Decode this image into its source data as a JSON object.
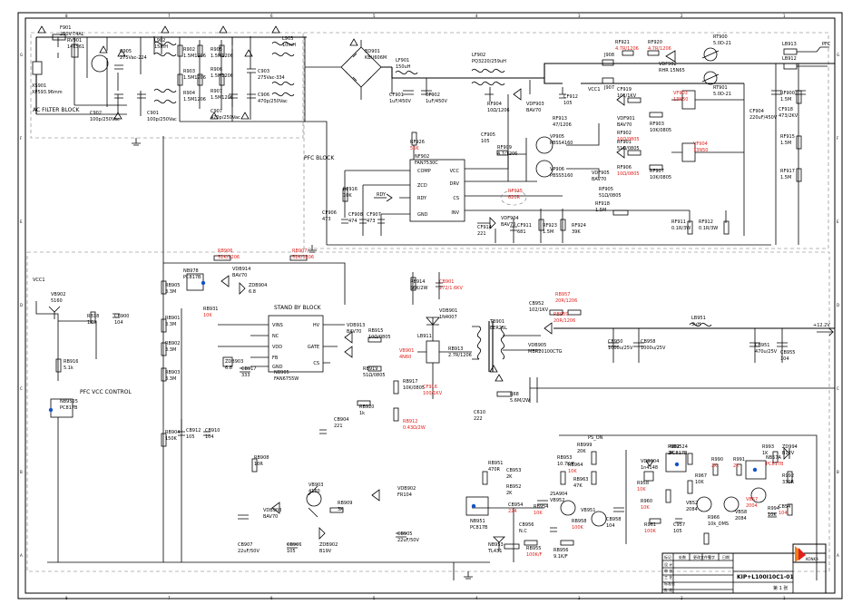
{
  "colors": {
    "red": "#e0201c",
    "blue": "#1552c8",
    "orange": "#ef7d1e",
    "wire": "#000000"
  },
  "frame": {
    "top_nums": [
      "8",
      "7",
      "6",
      "5",
      "4",
      "3",
      "2",
      "1"
    ],
    "side_letters": [
      "G",
      "F",
      "E",
      "D",
      "C",
      "B",
      "A"
    ]
  },
  "blocks": {
    "ac_filter": "AC FILTER BLOCK",
    "pfc": "PFC BLOCK",
    "standby": "STAND BY BLOCK",
    "pfc_vcc": "PFC VCC CONTROL"
  },
  "components": {
    "F901": [
      "F901",
      "250V-T4AL"
    ],
    "RV901": [
      "RV901",
      "14K561"
    ],
    "XS901": [
      "XS901",
      "XP593.96mm"
    ],
    "L902": [
      "L902",
      "15mH"
    ],
    "L903": [
      "L903",
      "10mH"
    ],
    "C905": [
      "C905",
      "275Vac-224"
    ],
    "C902": [
      "C902",
      "100p/250Vac"
    ],
    "C901": [
      "C901",
      "100p/250Vac"
    ],
    "R902": [
      "R902",
      "1.5M1206"
    ],
    "R903": [
      "R903",
      "1.5M1206"
    ],
    "R904": [
      "R904",
      "1.5M1206"
    ],
    "R905": [
      "R905",
      "1.5M1206"
    ],
    "R906": [
      "R906",
      "1.5M1206"
    ],
    "R907": [
      "R907",
      "1.5M1206"
    ],
    "C907": [
      "C907",
      "470p/250Vac"
    ],
    "C903": [
      "C903",
      "275Vac-334"
    ],
    "C906": [
      "C906",
      "470p/250Vac"
    ],
    "BD901": [
      "BD901",
      "KBU606M"
    ],
    "L901": [
      "LF901",
      "150uH"
    ],
    "CF901": [
      "CF901",
      "1uF/450V"
    ],
    "CF902": [
      "CF902",
      "1uF/450V"
    ],
    "LF902": [
      "LF902",
      "PQ3220/259uH"
    ],
    "J908": [
      "J908"
    ],
    "J907": [
      "J907"
    ],
    "CF919": [
      "CF919",
      "101/1KV"
    ],
    "RF921": [
      "RF921",
      "4.7R/1206"
    ],
    "RF920": [
      "RF920",
      "4.7R/1206"
    ],
    "VDF902": [
      "VDF902",
      "RHR 15N65"
    ],
    "RT900": [
      "RT900",
      "5.0D-21"
    ],
    "RT901": [
      "RT901",
      "5.0D-21"
    ],
    "LB913": [
      "LB913"
    ],
    "LB912": [
      "LB912"
    ],
    "RF900": [
      "RF900",
      "1.5M"
    ],
    "RF915": [
      "RF915",
      "1.5M"
    ],
    "RF917": [
      "RF917",
      "1.5M"
    ],
    "CF904": [
      "CF904",
      "220uF/450V"
    ],
    "CF918": [
      "CF918",
      "473/2KV"
    ],
    "RF904": [
      "RF904",
      "10Ω/1206"
    ],
    "VDF903": [
      "VDF903",
      "BAV70"
    ],
    "CF912": [
      "CF912",
      "105"
    ],
    "RF913": [
      "RF913",
      "47/1206"
    ],
    "VDF901": [
      "VDF901",
      "BAV70"
    ],
    "RF902": [
      "RF902",
      "10Ω/0805"
    ],
    "RF903": [
      "RF903",
      "10K/0805"
    ],
    "RF901": [
      "RF901",
      "51Ω/0805"
    ],
    "VF903": [
      "VF903",
      "13N50"
    ],
    "VF904": [
      "VF904",
      "13N50"
    ],
    "RF906": [
      "RF906",
      "10Ω/0805"
    ],
    "RF907": [
      "RF907",
      "10K/0805"
    ],
    "RF905": [
      "RF905",
      "51Ω/0805"
    ],
    "VDF905": [
      "VDF905",
      "BAV70"
    ],
    "VP905": [
      "VP905",
      "PBSS4160"
    ],
    "VP906": [
      "VP906",
      "PBSS5160"
    ],
    "RF909": [
      "RF909",
      "4.7/1206"
    ],
    "CF905": [
      "CF905",
      "105"
    ],
    "RF926": [
      "RF926",
      "56K"
    ],
    "NF902": [
      "NF902",
      "FAN7530C"
    ],
    "nf_pins_l": [
      "COMP",
      "ZCD",
      "RDY",
      "GND"
    ],
    "nf_pins_r": [
      "VCC",
      "DRV",
      "CS",
      "INV"
    ],
    "RF916": [
      "RF916",
      "10K"
    ],
    "CF906": [
      "CF906",
      "473"
    ],
    "CF908": [
      "CF908",
      "474"
    ],
    "CF907": [
      "CF907",
      "473"
    ],
    "RF925": [
      "RF925",
      "620R"
    ],
    "VDF904": [
      "VDF904",
      "BAV70"
    ],
    "CF914": [
      "CF914",
      "221"
    ],
    "CF911": [
      "CF911",
      "681"
    ],
    "RF923": [
      "RF923",
      "1.5M"
    ],
    "RF924": [
      "RF924",
      "39K"
    ],
    "RF918": [
      "RF918",
      "1.5M"
    ],
    "RF911": [
      "RF911",
      "0.1R/3W"
    ],
    "RF912": [
      "RF912",
      "0.1R/3W"
    ],
    "RDY": [
      "RDY"
    ],
    "R8906": [
      "RB906",
      "51K/1206"
    ],
    "R8907": [
      "RB907",
      "51K/1206"
    ],
    "NB978": [
      "NB978",
      "PC817B"
    ],
    "VDB914": [
      "VDB914",
      "BAV70"
    ],
    "ZDB904": [
      "ZDB904",
      "6.8"
    ],
    "RB905": [
      "RB905",
      "3.3M"
    ],
    "RB901": [
      "RB901",
      "3.3M"
    ],
    "RB902": [
      "RB902",
      "3.3M"
    ],
    "RB903": [
      "RB903",
      "3.3M"
    ],
    "RB904": [
      "RB904",
      "150K"
    ],
    "RB931": [
      "RB931",
      "10K"
    ],
    "ZDB903": [
      "ZDB903",
      "6.8"
    ],
    "CB917": [
      "CB917",
      "333"
    ],
    "NB905": [
      "NB905",
      "FAN6755W"
    ],
    "nb_pins_l": [
      "VINS",
      "NC",
      "VDD",
      "FB",
      "GND"
    ],
    "nb_pins_r": [
      "HV",
      "GATE",
      "CS"
    ],
    "VDB913": [
      "VDB913",
      "BAV70"
    ],
    "RB915": [
      "RB915",
      "10Ω/0805"
    ],
    "RB919": [
      "RB919",
      "51Ω/0805"
    ],
    "CB912": [
      "CB912",
      "105"
    ],
    "CB910": [
      "CB910",
      "104"
    ],
    "RB908": [
      "RB908",
      "10R"
    ],
    "RB920": [
      "RB920",
      "1k"
    ],
    "CB904": [
      "CB904",
      "221"
    ],
    "RB917": [
      "RB917",
      "10K/0805"
    ],
    "RB912": [
      "RB912",
      "0.43Ω/2W"
    ],
    "RB914": [
      "RB914",
      "56K/2W"
    ],
    "CB901": [
      "CB901",
      "272/1.6KV"
    ],
    "VDB901": [
      "VDB901",
      "1N4007"
    ],
    "LB911": [
      "LB911"
    ],
    "VB901": [
      "VB901",
      "4N60"
    ],
    "CF916": [
      "CF916",
      "100/1KV"
    ],
    "RB913": [
      "RB913",
      "2.7R/1206"
    ],
    "TB901": [
      "TB901",
      "EER25L"
    ],
    "R68": [
      "R68",
      "5.6M/2W"
    ],
    "C610": [
      "C610",
      "222"
    ],
    "CB952": [
      "CB952",
      "102/1KV"
    ],
    "RB957": [
      "RB957",
      "20R/1206"
    ],
    "RB959": [
      "RB959",
      "20R/1206"
    ],
    "VDB905": [
      "VDB905",
      "MBR20100CTG"
    ],
    "CB950": [
      "CB950",
      "1000u/25V"
    ],
    "CB958": [
      "CB958",
      "1000u/25V"
    ],
    "LB951": [
      "LB951",
      "3uH"
    ],
    "CB951": [
      "CB951",
      "470u/25V"
    ],
    "CB955": [
      "CB955",
      "104"
    ],
    "out_12v": [
      "+12.2V"
    ],
    "VB902": [
      "VB902",
      "5160"
    ],
    "RB18": [
      "RB18",
      "1K"
    ],
    "CB900": [
      "CB900",
      "104"
    ],
    "RB916": [
      "RB916",
      "5.1k"
    ],
    "NB9525": [
      "NB9525",
      "PC817B"
    ],
    "VB903": [
      "VB903",
      "4160"
    ],
    "VDB903": [
      "VDB903",
      "BAV70"
    ],
    "RB909": [
      "RB909",
      "3K"
    ],
    "ZDB902": [
      "ZDB902",
      "B19V"
    ],
    "CB907": [
      "CB907",
      "22uF/50V"
    ],
    "CB906": [
      "CB906",
      "105"
    ],
    "CB905": [
      "CB905",
      "22uF/50V"
    ],
    "VDB902": [
      "VDB902",
      "FR104"
    ],
    "RB951": [
      "RB951",
      "470R"
    ],
    "NB951": [
      "NB951",
      "PC817B"
    ],
    "CB953": [
      "CB953",
      "2K"
    ],
    "CB954": [
      "CB954",
      "224"
    ],
    "RB952": [
      "RB952",
      "2K"
    ],
    "RB954": [
      "RB954",
      "10K"
    ],
    "CB956": [
      "CB956",
      "N.C"
    ],
    "NB953": [
      "NB953",
      "TL431"
    ],
    "RB955": [
      "RB955",
      "100K/F"
    ],
    "RB956": [
      "RB956",
      "9.1K/F"
    ],
    "RB953": [
      "RB953",
      "10.7K/F"
    ],
    "2SA904": [
      "2SA904",
      "VB952"
    ],
    "RB964": [
      "RB964",
      "10K"
    ],
    "RB963": [
      "RB963",
      "47K"
    ],
    "RB999": [
      "RB999",
      "20K"
    ],
    "PS_ON": [
      "PS_ON"
    ],
    "VB951": [
      "VB951"
    ],
    "CB958b": [
      "CB958",
      "104"
    ],
    "RB958": [
      "RB958",
      "100K"
    ],
    "R958": [
      "R958",
      "10K"
    ],
    "VDB904": [
      "VDB904",
      "1n4148"
    ],
    "R960": [
      "R960",
      "10K"
    ],
    "NB9524": [
      "NB9524",
      "PC817B"
    ],
    "R962": [
      "R962",
      "2K"
    ],
    "R961": [
      "R961",
      "100K"
    ],
    "R967": [
      "R967",
      "10K"
    ],
    "C957": [
      "C957",
      "105"
    ],
    "VB52": [
      "VB52",
      "2084"
    ],
    "R966": [
      "R966",
      "10k_DMS"
    ],
    "R990": [
      "R990",
      "2K"
    ],
    "VB58": [
      "VB58",
      "2084"
    ],
    "R991": [
      "R991",
      "2K"
    ],
    "NB57A": [
      "NB57A",
      "PC817B"
    ],
    "VB57": [
      "VB57",
      "2004"
    ],
    "R993": [
      "R993",
      "1K"
    ],
    "ZD994": [
      "ZD994",
      "B12V"
    ],
    "R992": [
      "R992",
      "330R"
    ],
    "CB54": [
      "CB54",
      "104"
    ],
    "R994": [
      "R994",
      "10K"
    ],
    "vcc_left": [
      "VCC1"
    ],
    "vcc_pfc": [
      "VCC1"
    ],
    "pfc_out": [
      "PFC"
    ],
    "VB901s": [
      "VB901",
      "4N60"
    ]
  },
  "title_block": {
    "logo_text": "KONKA",
    "model": "KIP+L100I10C1-01",
    "page": "第 1 张",
    "row_labels": [
      "标记",
      "处数",
      "更改文件号",
      "签字",
      "日期",
      "设 计",
      "审 核",
      "工 艺",
      "标准化",
      "批 准"
    ]
  }
}
